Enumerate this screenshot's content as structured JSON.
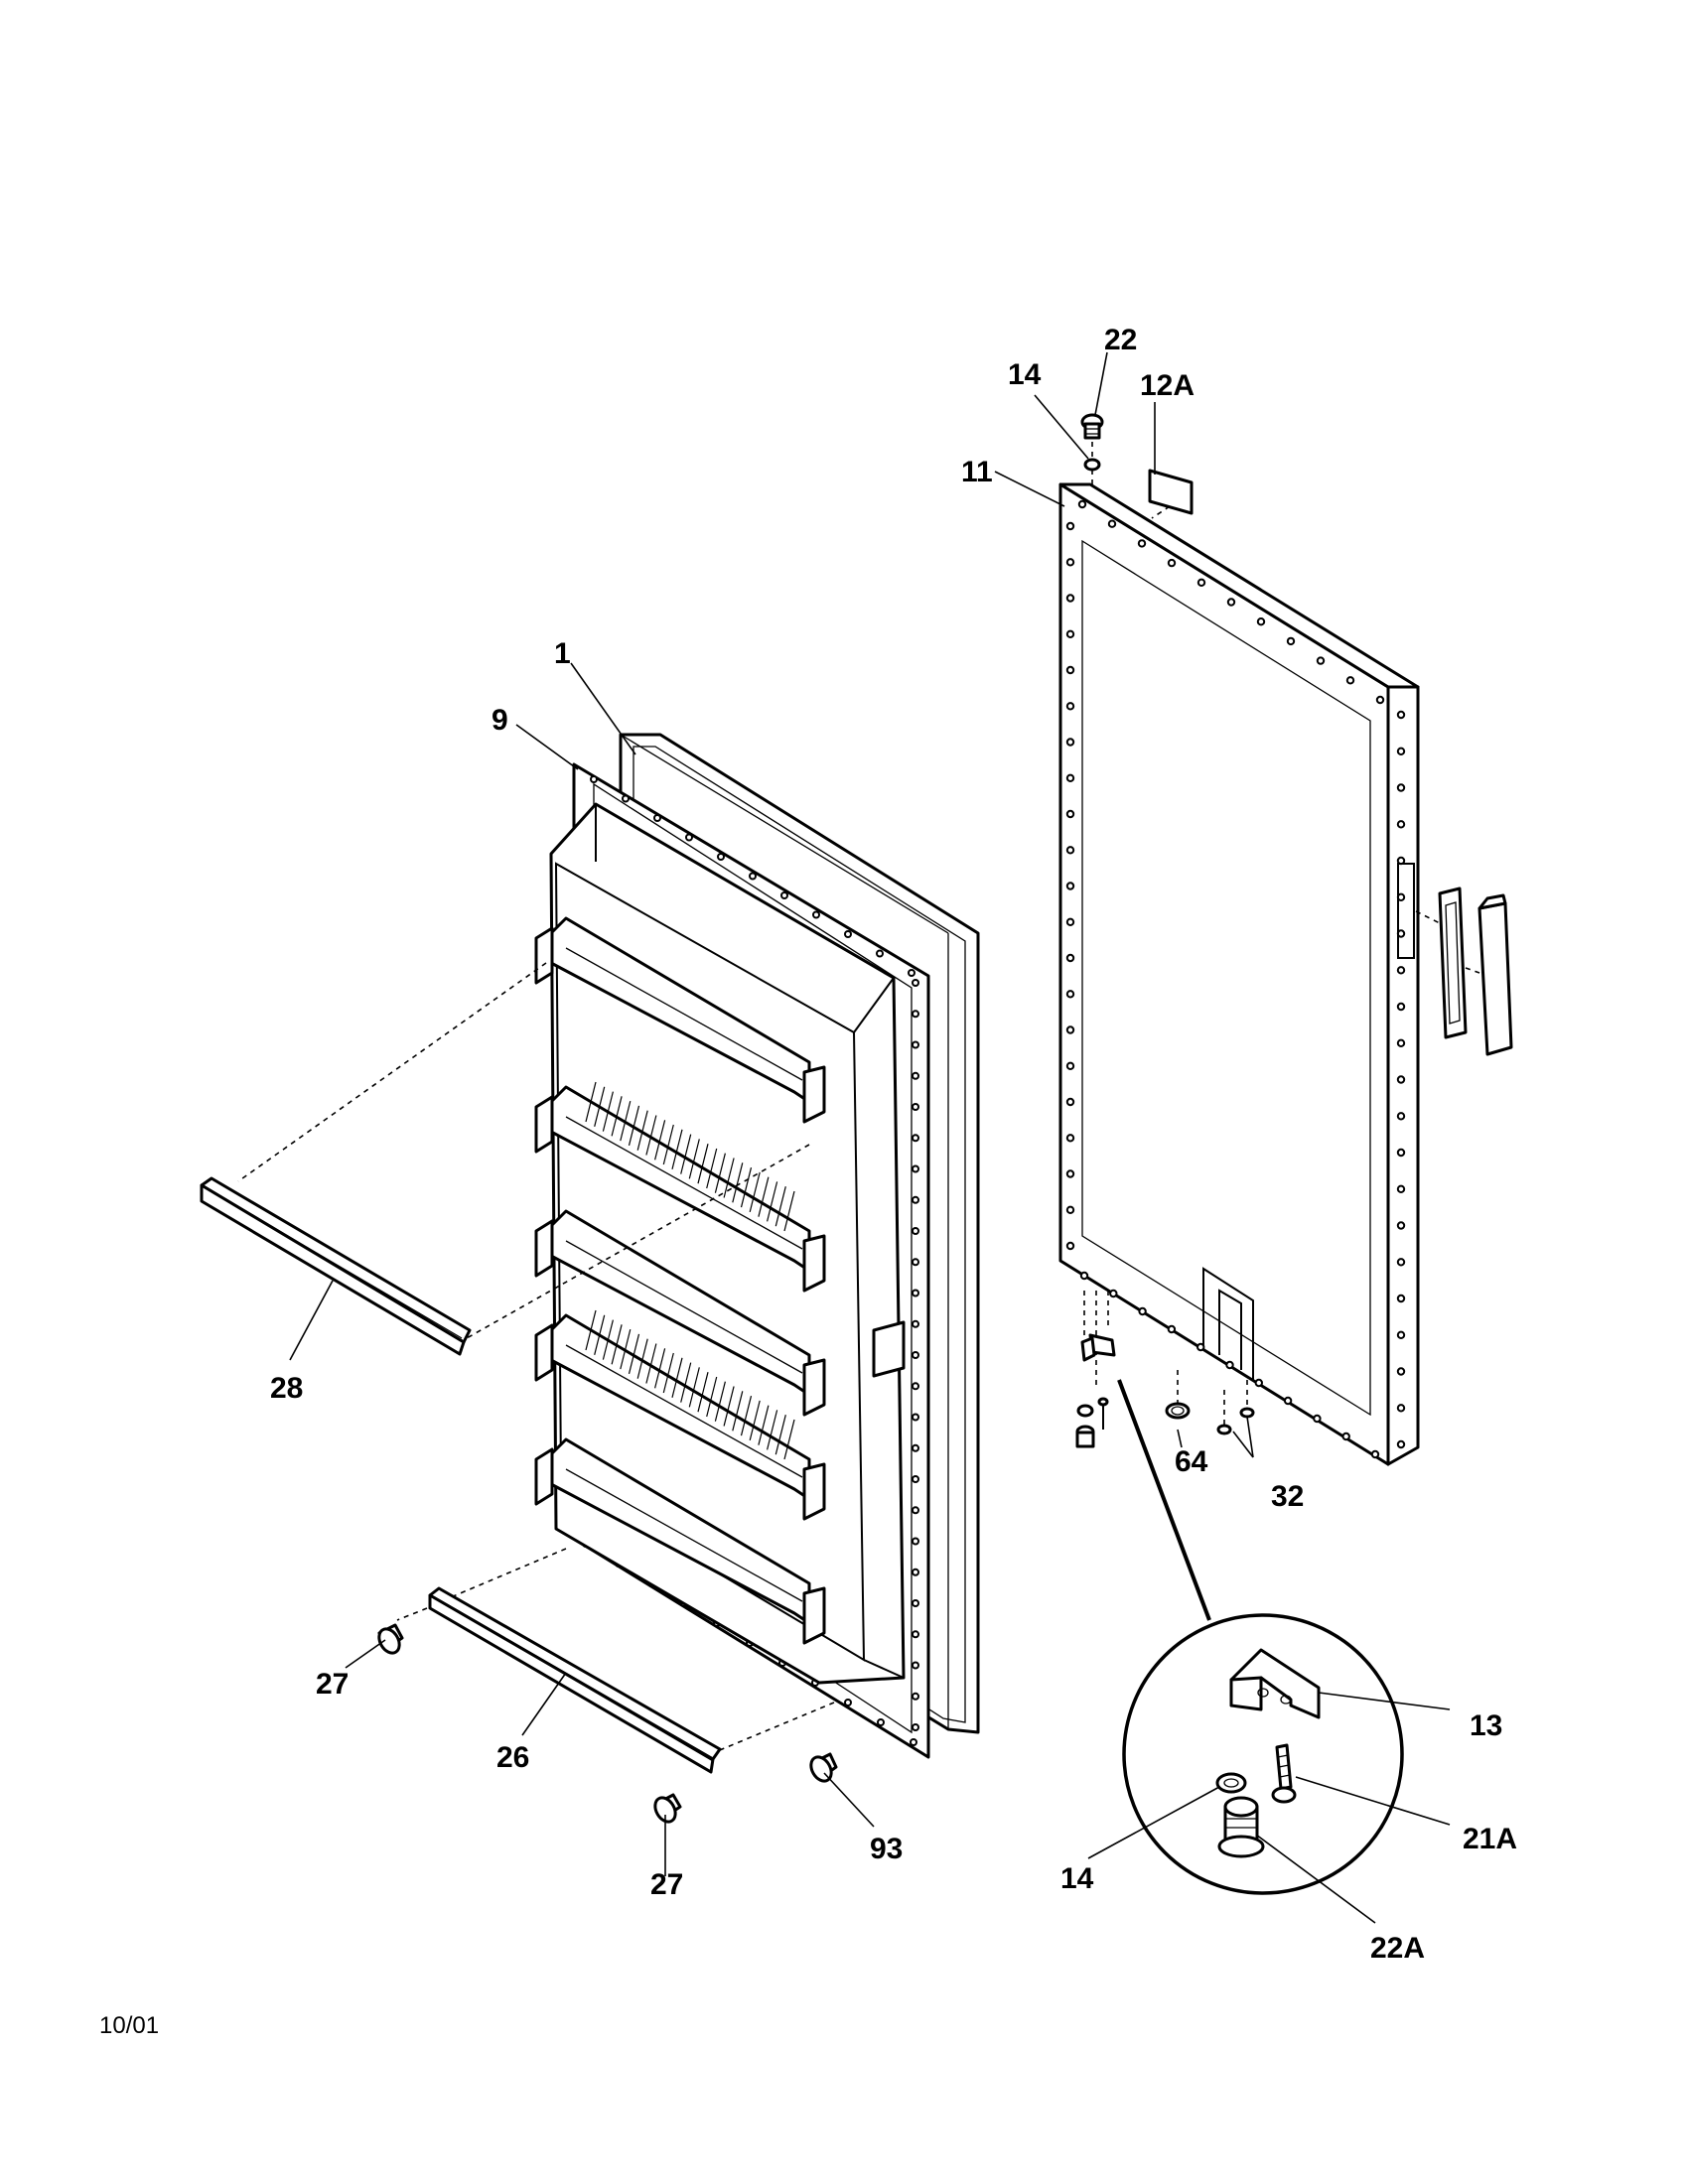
{
  "diagram": {
    "date_code": "10/01",
    "callouts": {
      "c22": "22",
      "c14_top": "14",
      "c12A": "12A",
      "c11": "11",
      "c1": "1",
      "c9": "9",
      "c28": "28",
      "c27_upper": "27",
      "c26": "26",
      "c27_lower": "27",
      "c93": "93",
      "c64": "64",
      "c32": "32",
      "c13": "13",
      "c21A": "21A",
      "c14_detail": "14",
      "c22A": "22A"
    }
  }
}
